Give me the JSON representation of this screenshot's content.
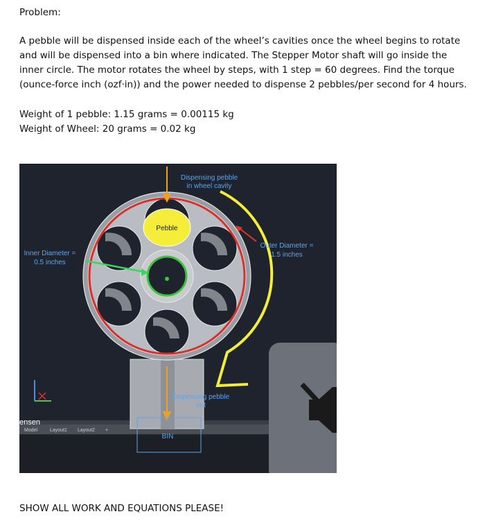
{
  "problem": {
    "label": "Problem:",
    "lines": [
      "A pebble will be dispensed inside each of the wheel’s cavities once the wheel begins to rotate",
      "and will be dispensed into a bin where indicated. The Stepper Motor shaft will go inside the",
      "inner circle. The motor rotates the wheel by steps, with 1 step = 60 degrees. Find the torque",
      "(ounce-force inch (ozf·in)) and the power needed to dispense 2 pebbles/per second for 4 hours."
    ]
  },
  "given": {
    "pebble_weight": "Weight of 1 pebble: 1.15 grams = 0.00115 kg",
    "wheel_weight": "Weight of Wheel: 20 grams = 0.02 kg"
  },
  "figure": {
    "dispensing_in_line1": "Dispensing pebble",
    "dispensing_in_line2": "in wheel cavity",
    "pebble_label": "Pebble",
    "inner_diameter_line1": "Inner Diameter =",
    "inner_diameter_line2": "0.5 inches",
    "outer_diameter_line1": "Outer Diameter =",
    "outer_diameter_line2": "1.5 inches",
    "dispensing_out_line1": "Dispensing pebble",
    "dispensing_out_line2": "out",
    "bin_label": "BIN",
    "left_fragment": "ensen",
    "tabs": [
      "Model",
      "Layout1",
      "Layout2",
      "+"
    ],
    "colors": {
      "background": "#1f232d",
      "pebble": "#f4ee3a",
      "outer_ring": "#d9312a",
      "inner_ring": "#3ec43e",
      "arrow_orange": "#f0a020",
      "arrow_red": "#e0332a",
      "arrow_green": "#39d65c",
      "wheel_gray": "#b9bcc2",
      "label_blue": "#5fa6e8"
    }
  },
  "footer": "SHOW ALL WORK AND EQUATIONS PLEASE!"
}
